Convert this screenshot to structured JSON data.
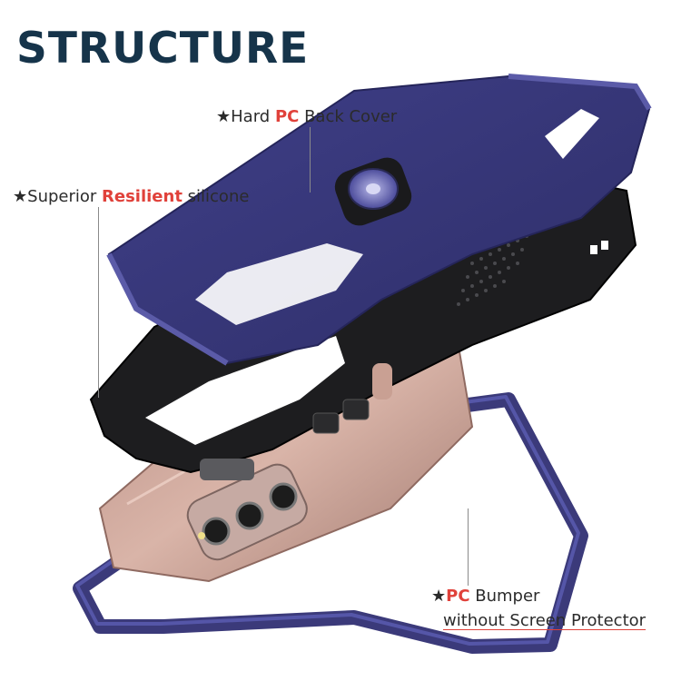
{
  "title": "STRUCTURE",
  "labels": {
    "back_cover": {
      "star": "★",
      "prefix": "Hard ",
      "highlight": "PC",
      "suffix": " Back Cover"
    },
    "silicone": {
      "star": "★",
      "prefix": "Superior ",
      "highlight": "Resilient",
      "suffix": " silicone"
    },
    "bumper": {
      "star": "★",
      "highlight": "PC",
      "suffix": " Bumper",
      "line2": "without Screen Protector"
    }
  },
  "colors": {
    "title": "#16344a",
    "highlight": "#e0413a",
    "navy": "#3b3a7a",
    "black": "#1d1d1f",
    "rose_gold": "#c9a093"
  }
}
